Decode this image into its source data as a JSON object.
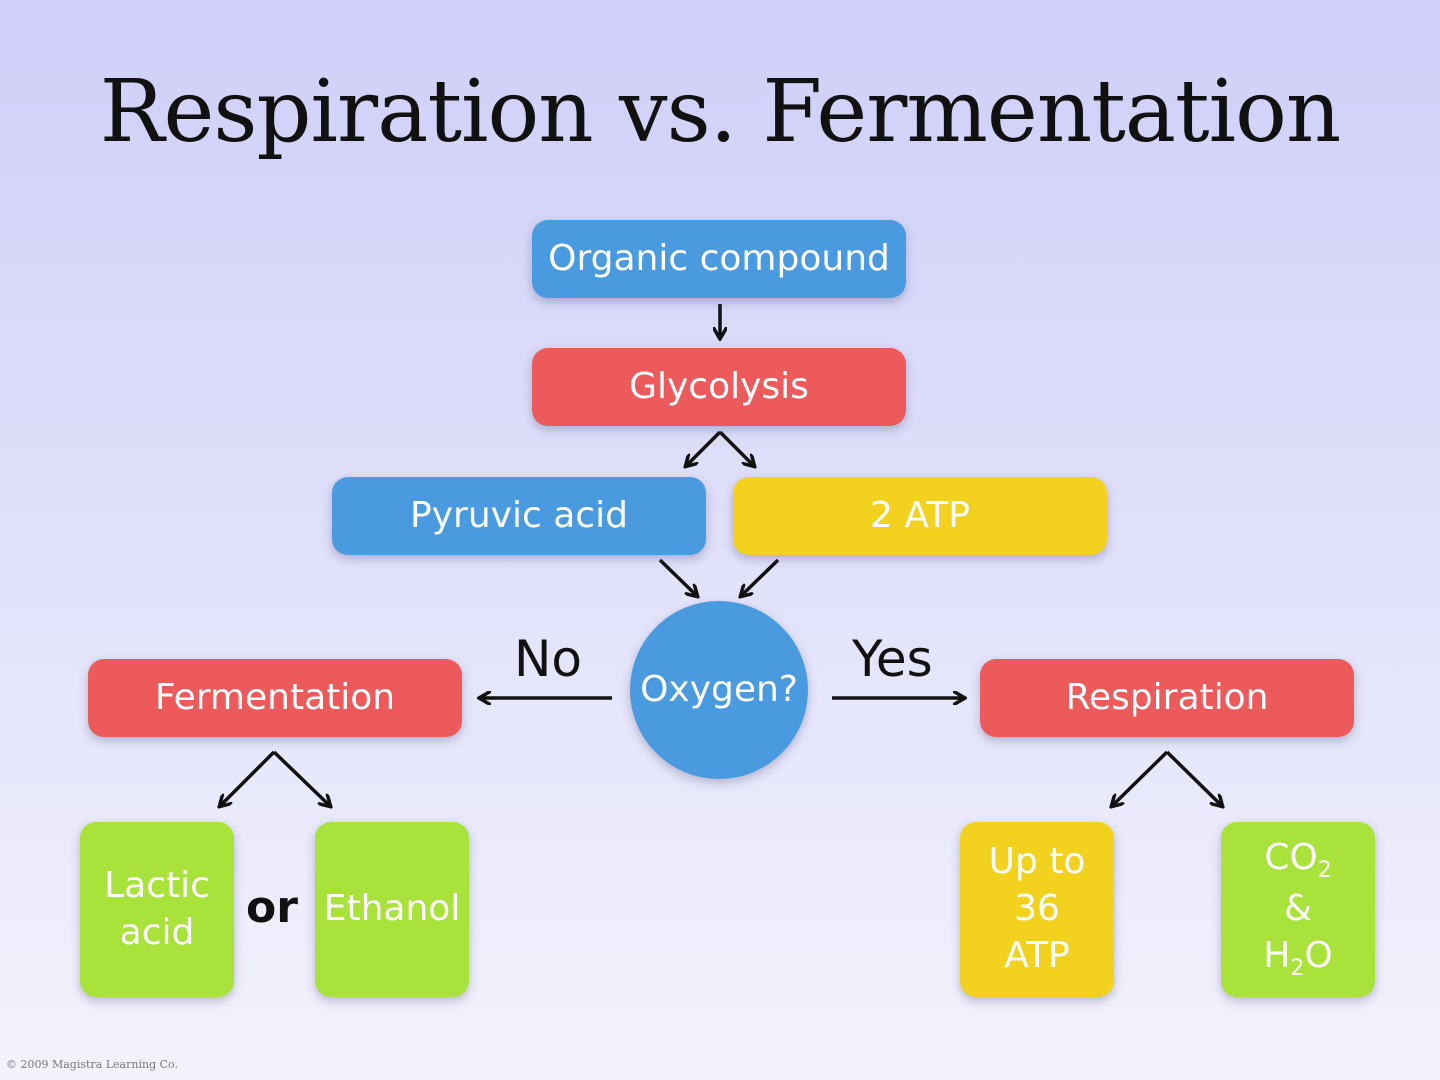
{
  "title": "Respiration vs. Fermentation",
  "nodes": {
    "organic_compound": "Organic compound",
    "glycolysis": "Glycolysis",
    "pyruvic_acid": "Pyruvic acid",
    "atp_2": "2 ATP",
    "oxygen": "Oxygen?",
    "fermentation": "Fermentation",
    "respiration": "Respiration",
    "lactic_line1": "Lactic",
    "lactic_line2": "acid",
    "ethanol": "Ethanol",
    "atp_36_line1": "Up to",
    "atp_36_line2": "36",
    "atp_36_line3": "ATP",
    "co2_line1_main": "CO",
    "co2_line1_sub": "2",
    "co2_line2": "&",
    "h2o_main_a": "H",
    "h2o_sub": "2",
    "h2o_main_b": "O"
  },
  "labels": {
    "no": "No",
    "yes": "Yes",
    "or": "or"
  },
  "footer": "© 2009 Magistra Learning Co.",
  "colors": {
    "blue": "#4a9ae0",
    "red": "#ec5a5c",
    "yellow": "#f2d21f",
    "green": "#a9e23a"
  }
}
